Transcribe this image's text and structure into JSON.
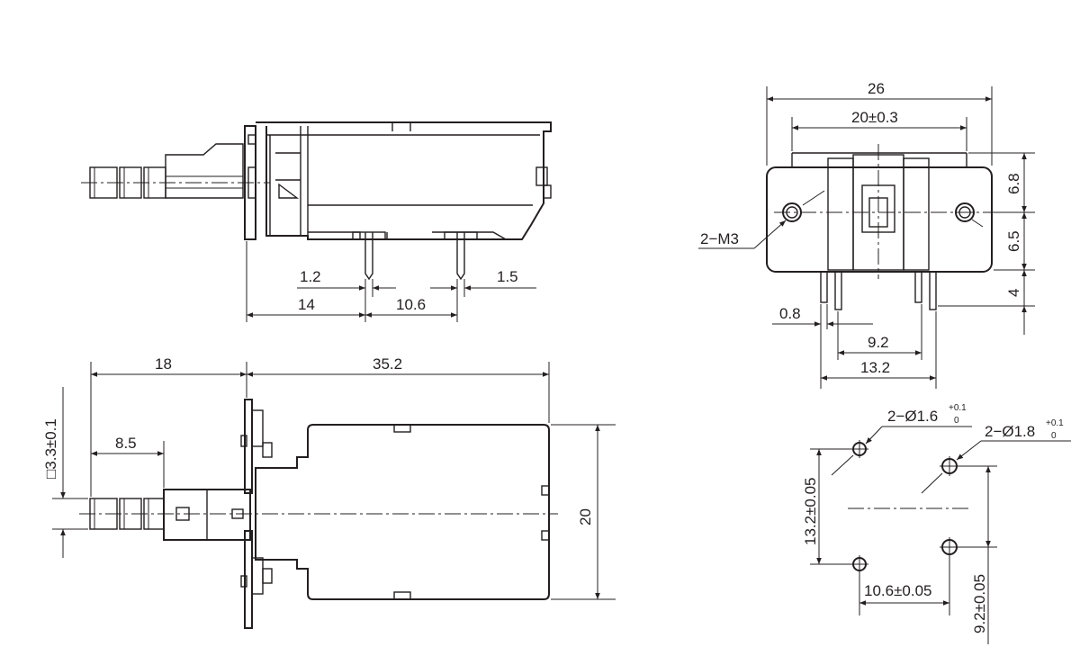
{
  "side_view": {
    "dims": {
      "pin_width_left": "1.2",
      "pin_width_right": "1.5",
      "pin_pos": "14",
      "pin_pitch": "10.6"
    }
  },
  "top_view": {
    "dims": {
      "button_length": "18",
      "body_length": "35.2",
      "knob_length": "8.5",
      "stem_square": "□3.3±0.1",
      "body_width": "20"
    }
  },
  "front_view": {
    "dims": {
      "overall_width": "26",
      "hole_spacing": "20±0.3",
      "h1": "6.8",
      "h2": "6.5",
      "h3": "4",
      "pin_thick": "0.8",
      "pin_span_a": "9.2",
      "pin_span_b": "13.2",
      "thread_label": "2−M3"
    }
  },
  "pcb_layout": {
    "hole_label_a": {
      "main": "2−Ø1.6",
      "tol_upper": "+0.1",
      "tol_lower": "0"
    },
    "hole_label_b": {
      "main": "2−Ø1.8",
      "tol_upper": "+0.1",
      "tol_lower": "0"
    },
    "dims": {
      "vertical_span": "13.2±0.05",
      "horizontal_span": "10.6±0.05",
      "right_span": "9.2±0.05"
    }
  }
}
